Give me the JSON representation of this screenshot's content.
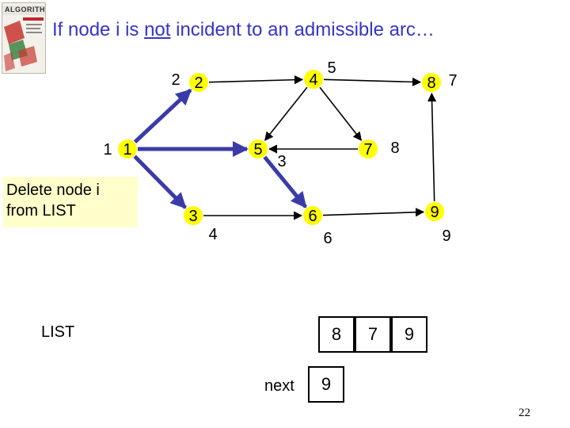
{
  "slide": {
    "title_before": "If node i is ",
    "title_not": "not",
    "title_after": " incident to an admissible arc…",
    "cover_text": "ALGORITHMS",
    "note": {
      "line1": "Delete node i",
      "line2": "from LIST"
    },
    "list_label": "LIST",
    "next_label": "next",
    "list_values": [
      "8",
      "7",
      "9"
    ],
    "next_value": "9",
    "page_number": "22"
  },
  "graph": {
    "node_fill": "#ffff00",
    "blue_arc_color": "#3b3ba8",
    "thin_arc_color": "#000000",
    "nodes": [
      {
        "id": 1,
        "label": "1",
        "distance_label": "1"
      },
      {
        "id": 2,
        "label": "2",
        "distance_label": "2"
      },
      {
        "id": 3,
        "label": "3",
        "distance_label": "4"
      },
      {
        "id": 4,
        "label": "4",
        "distance_label": "5"
      },
      {
        "id": 5,
        "label": "5",
        "distance_label": "3"
      },
      {
        "id": 6,
        "label": "6",
        "distance_label": "6"
      },
      {
        "id": 7,
        "label": "7",
        "distance_label": "8"
      },
      {
        "id": 8,
        "label": "8",
        "distance_label": "7"
      },
      {
        "id": 9,
        "label": "9",
        "distance_label": "9"
      }
    ],
    "arcs": [
      {
        "from": 1,
        "to": 2,
        "style": "bold"
      },
      {
        "from": 1,
        "to": 5,
        "style": "bold"
      },
      {
        "from": 1,
        "to": 3,
        "style": "bold"
      },
      {
        "from": 5,
        "to": 6,
        "style": "bold"
      },
      {
        "from": 2,
        "to": 4,
        "style": "thin"
      },
      {
        "from": 4,
        "to": 5,
        "style": "thin"
      },
      {
        "from": 4,
        "to": 8,
        "style": "thin"
      },
      {
        "from": 4,
        "to": 7,
        "style": "thin"
      },
      {
        "from": 7,
        "to": 5,
        "style": "thin"
      },
      {
        "from": 3,
        "to": 6,
        "style": "thin"
      },
      {
        "from": 6,
        "to": 9,
        "style": "thin"
      },
      {
        "from": 9,
        "to": 8,
        "style": "thin"
      }
    ]
  }
}
